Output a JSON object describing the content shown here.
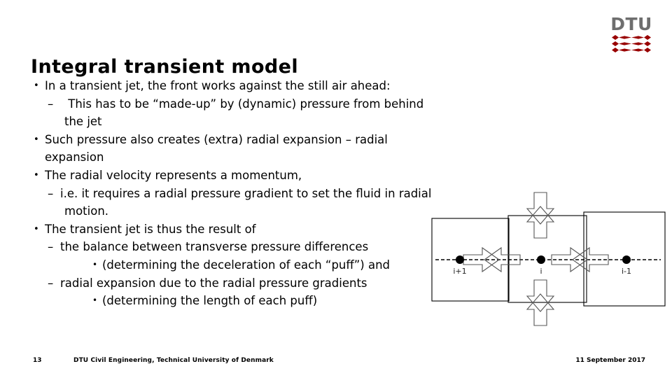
{
  "brand": {
    "logo_text": "DTU",
    "logo_word_color": "#6e6e6e",
    "logo_bar_color": "#990000"
  },
  "title": "Integral transient model",
  "body": {
    "lines": [
      {
        "level": 1,
        "text": "In a transient jet, the front works against the still air ahead:"
      },
      {
        "level": 2,
        "text": " This has to be “made-up” by (dynamic) pressure from behind"
      },
      {
        "level": 0,
        "indent": "cont-l2",
        "text": "the jet"
      },
      {
        "level": 1,
        "text": "Such pressure also creates (extra) radial expansion – radial"
      },
      {
        "level": 0,
        "indent": "cont-l1",
        "text": "expansion"
      },
      {
        "level": 1,
        "text": "The radial velocity represents a momentum,"
      },
      {
        "level": 2,
        "text": "i.e. it requires a radial pressure gradient to set the fluid in radial"
      },
      {
        "level": 0,
        "indent": "cont-l2",
        "text": "motion."
      },
      {
        "level": 1,
        "text": "The transient jet is thus the result of"
      },
      {
        "level": 2,
        "text": "the balance between transverse pressure differences"
      },
      {
        "level": 3,
        "text": "(determining the deceleration of each “puff”) and"
      },
      {
        "level": 2,
        "text": "radial expansion due to the radial pressure gradients"
      },
      {
        "level": 3,
        "text": "(determining the length of each puff)"
      }
    ]
  },
  "diagram": {
    "label_left": "i+1",
    "label_center": "i",
    "label_right": "i-1",
    "stroke_color": "#000000",
    "arrow_stroke": "#444444",
    "node_color": "#000000"
  },
  "footer": {
    "page_number": "13",
    "organization": "DTU Civil Engineering, Technical University of Denmark",
    "date": "11 September 2017"
  }
}
